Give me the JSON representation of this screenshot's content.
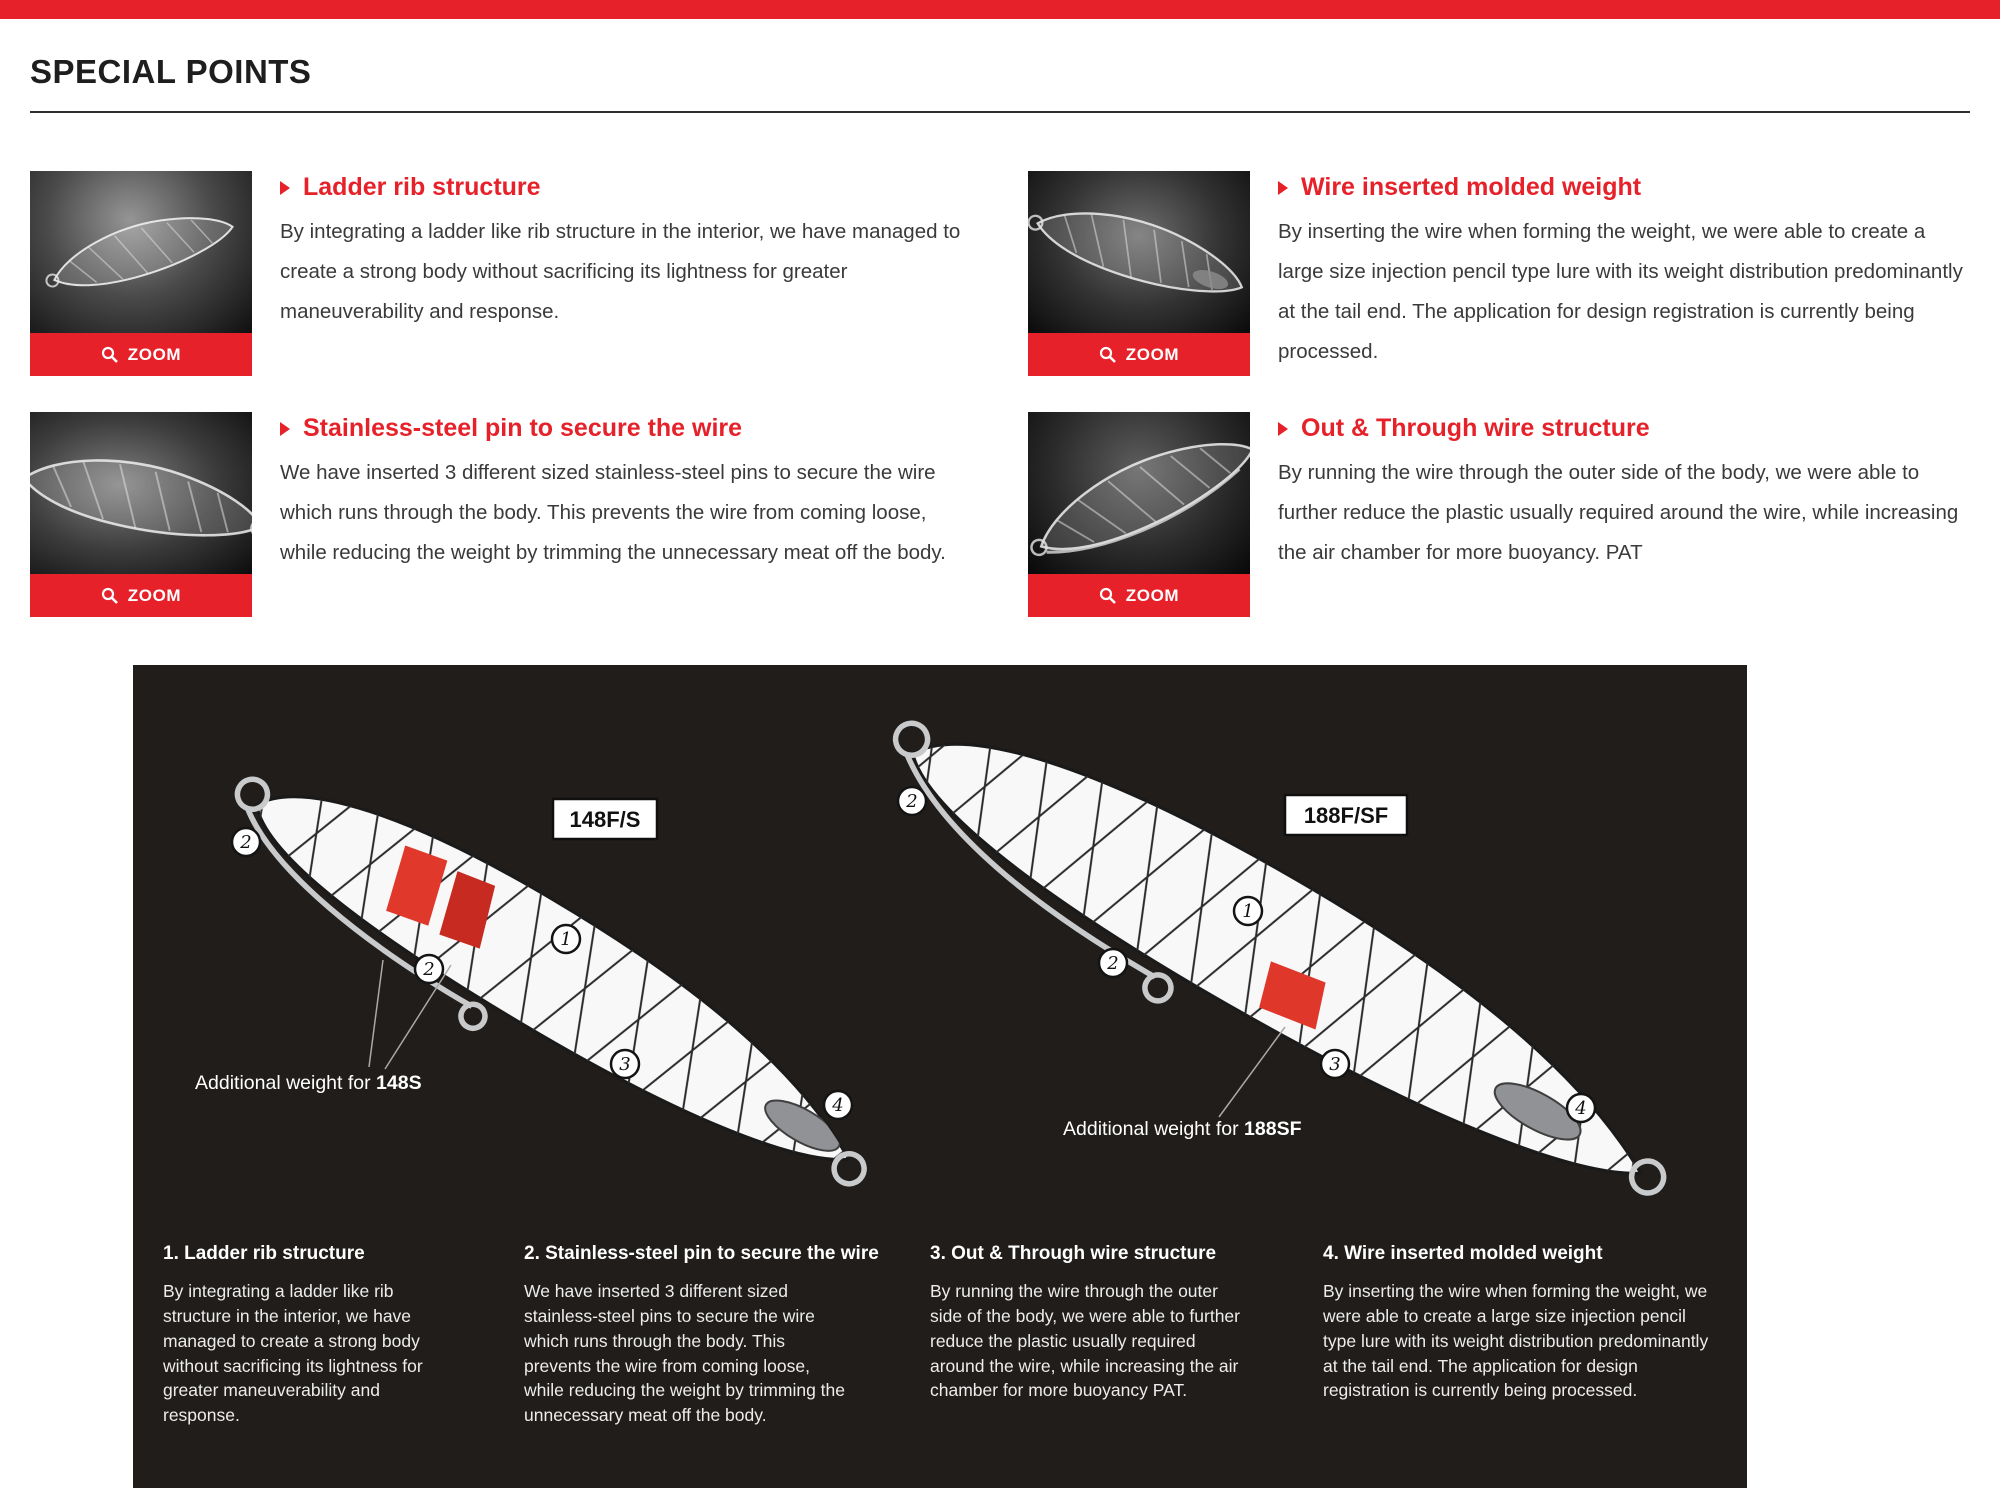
{
  "page": {
    "heading": "SPECIAL POINTS"
  },
  "colors": {
    "accent": "#e62129",
    "panel_bg": "#201d1a"
  },
  "ui": {
    "zoom_label": "ZOOM"
  },
  "features": [
    {
      "title": "Ladder rib structure",
      "body": "By integrating a ladder like rib structure in the interior, we have managed to create a strong body without sacrificing its lightness for greater maneuverability and response."
    },
    {
      "title": "Wire inserted molded weight",
      "body": "By inserting the wire when forming the weight, we were able to create a large size injection pencil type lure with its weight distribution predominantly at the tail end. The application for design registration is currently being processed."
    },
    {
      "title": "Stainless-steel pin to secure the wire",
      "body": "We have inserted 3 different sized stainless-steel pins to secure the wire which runs through the body. This prevents the wire from coming loose, while reducing the weight by trimming the unnecessary meat off the body."
    },
    {
      "title": "Out & Through wire structure",
      "body": "By running the wire through the outer side of the body, we were able to further reduce the plastic usually required around the wire, while increasing the air chamber for more buoyancy. PAT"
    }
  ],
  "diagram": {
    "badges": [
      "148F/S",
      "188F/SF"
    ],
    "marker_labels": [
      "1",
      "2",
      "3",
      "4"
    ],
    "notes": [
      {
        "prefix": "Additional weight for ",
        "bold": "148S"
      },
      {
        "prefix": "Additional weight for ",
        "bold": "188SF"
      }
    ],
    "legend": [
      {
        "title": "1. Ladder rib structure",
        "body": "By integrating a ladder like rib structure in the interior, we have managed to create a strong body without sacrificing its lightness for greater maneuverability and response."
      },
      {
        "title": "2. Stainless-steel pin to secure the wire",
        "body": "We have inserted 3 different sized stainless-steel pins to secure the wire which runs through the body. This prevents the wire from coming loose, while reducing the weight by trimming the unnecessary meat off the body."
      },
      {
        "title": "3. Out & Through wire structure",
        "body": "By running the wire through the outer side of the body, we were able to further reduce the plastic usually required around the wire, while increasing the air chamber for more buoyancy PAT."
      },
      {
        "title": "4. Wire inserted molded weight",
        "body": "By inserting the wire when forming the weight, we were able to create a large size injection pencil type lure with its weight distribution predominantly at the tail end. The application for design registration is currently being processed."
      }
    ]
  }
}
